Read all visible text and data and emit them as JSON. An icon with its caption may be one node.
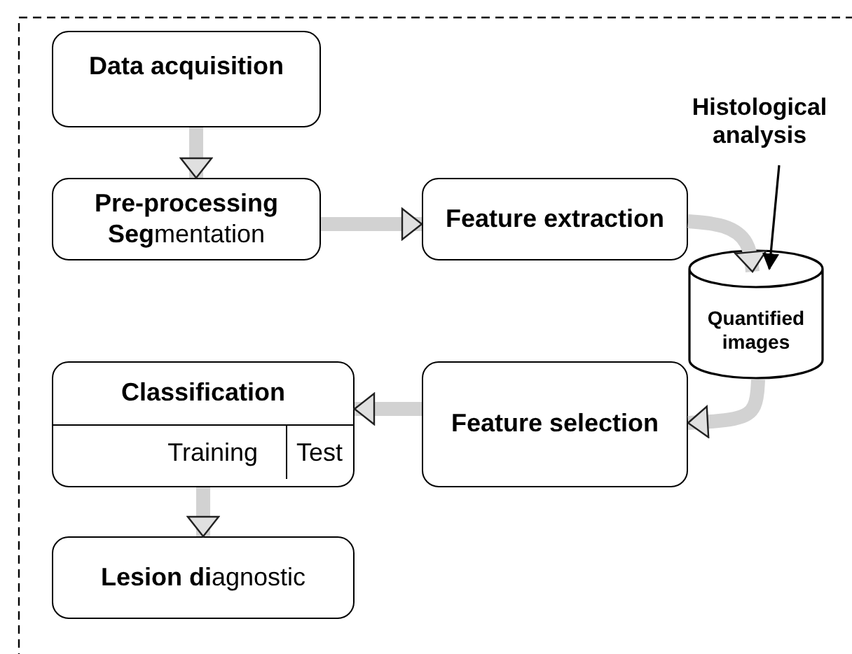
{
  "diagram": {
    "nodes": [
      {
        "text": [
          "Data acquisition"
        ]
      },
      {
        "text": [
          "**Pre-processing Seg**mentation"
        ]
      },
      {
        "text": [
          "Feature extraction"
        ]
      },
      {
        "text": [
          "Histological analysis"
        ]
      },
      {
        "text": [
          "Quantified images"
        ]
      },
      {
        "text": [
          "Feature selection"
        ]
      },
      {
        "text": [
          "Classification",
          "Training",
          "Test"
        ]
      },
      {
        "text": [
          "**Lesion di**agnostic"
        ]
      }
    ],
    "edges": [
      {
        "from": 0,
        "to": 1,
        "arrow": "to"
      },
      {
        "from": 1,
        "to": 2,
        "arrow": "to"
      },
      {
        "from": 2,
        "to": 4,
        "arrow": "to"
      },
      {
        "from": 3,
        "to": 4,
        "arrow": "to",
        "color": "#000000"
      },
      {
        "from": 4,
        "to": 5,
        "arrow": "to"
      },
      {
        "from": 5,
        "to": 6,
        "arrow": "to"
      },
      {
        "from": 6,
        "to": 7,
        "arrow": "to"
      }
    ]
  }
}
